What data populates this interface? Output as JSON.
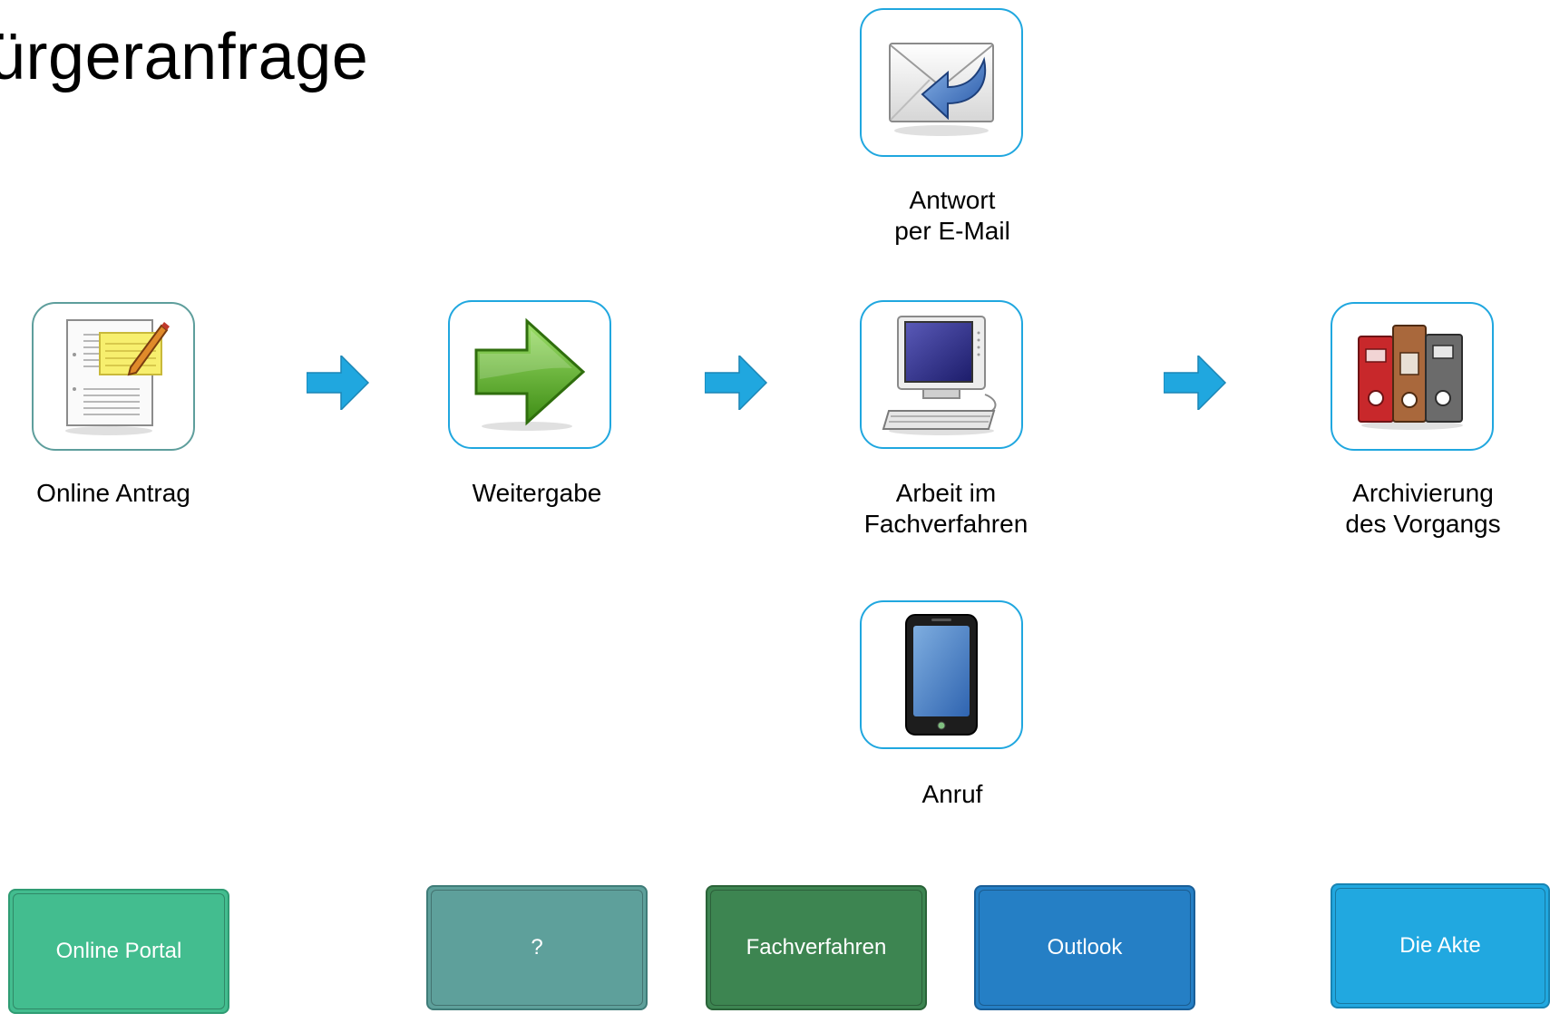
{
  "title": "ürgeranfrage",
  "nodes": {
    "online_antrag": {
      "label": "Online Antrag",
      "icon": "document-edit-icon"
    },
    "weitergabe": {
      "label": "Weitergabe",
      "icon": "green-forward-arrow-icon"
    },
    "arbeit": {
      "label_line1": "Arbeit im",
      "label_line2": "Fachverfahren",
      "icon": "computer-icon"
    },
    "archivierung": {
      "label_line1": "Archivierung",
      "label_line2": "des Vorgangs",
      "icon": "binders-icon"
    },
    "email": {
      "label_line1": "Antwort",
      "label_line2": "per E-Mail",
      "icon": "mail-reply-icon"
    },
    "anruf": {
      "label": "Anruf",
      "icon": "smartphone-icon"
    }
  },
  "systems": [
    {
      "label": "Online Portal",
      "color": "#43bd8f"
    },
    {
      "label": "?",
      "color": "#5ea09b"
    },
    {
      "label": "Fachverfahren",
      "color": "#3d8551"
    },
    {
      "label": "Outlook",
      "color": "#257fc5"
    },
    {
      "label": "Die Akte",
      "color": "#21a8e0"
    }
  ],
  "colors": {
    "node_border": "#20a7df",
    "arrow": "#20a7df",
    "teal_border": "#5e9e9c"
  }
}
